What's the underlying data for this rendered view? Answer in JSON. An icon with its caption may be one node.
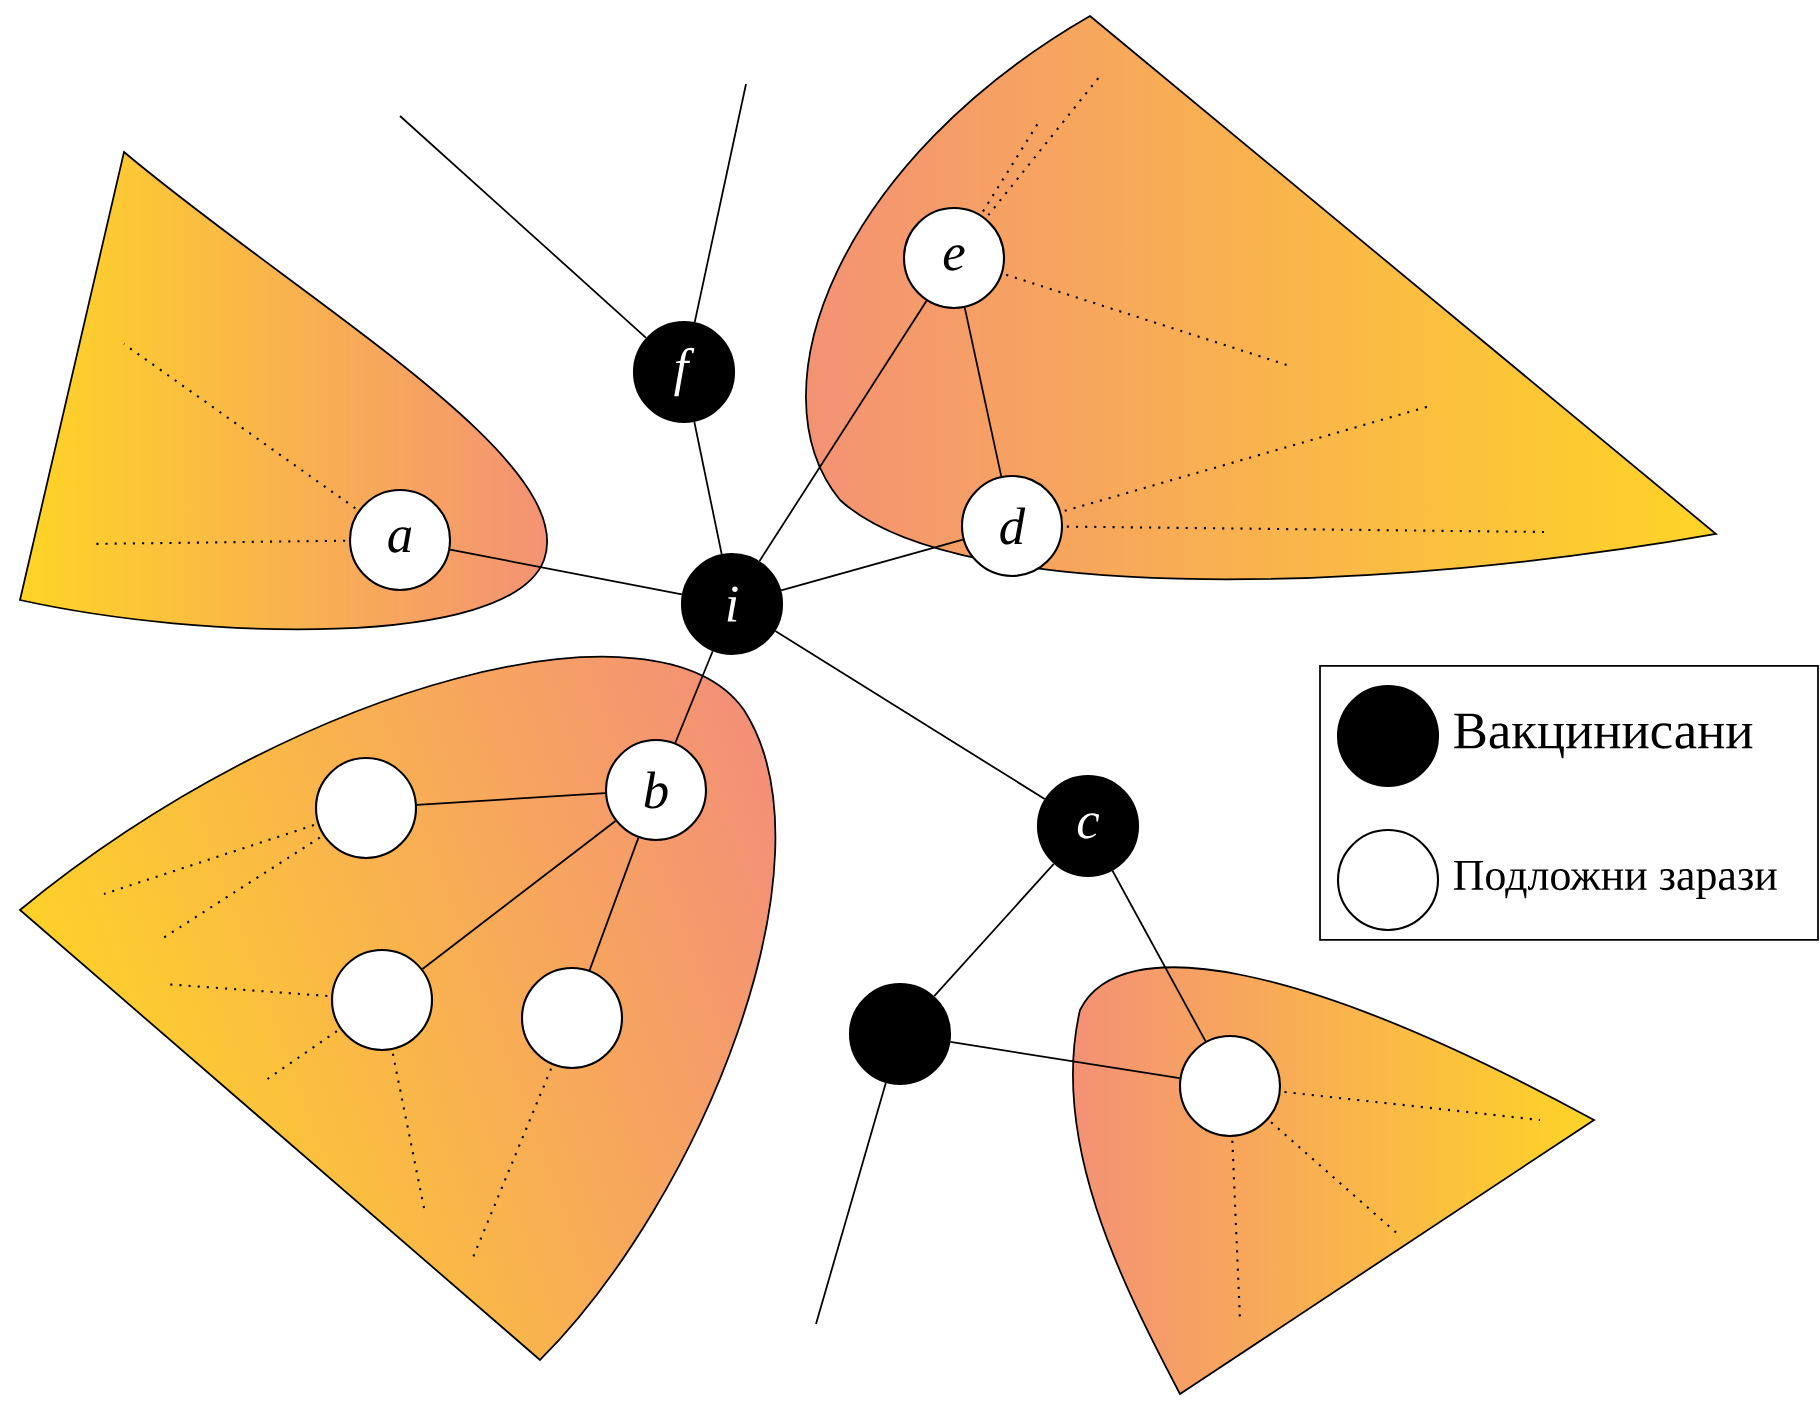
{
  "diagram": {
    "nodes": [
      {
        "text": [
          "*f*"
        ]
      },
      {
        "text": [
          "*e*"
        ]
      },
      {
        "text": [
          "*a*"
        ]
      },
      {
        "text": [
          "*d*"
        ]
      },
      {
        "text": [
          "*i*"
        ]
      },
      {
        "text": [
          "*b*"
        ]
      },
      {
        "text": [],
        "shape": "circle"
      },
      {
        "text": [
          "*c*"
        ]
      },
      {
        "text": [],
        "shape": "circle"
      },
      {
        "text": [],
        "shape": "circle"
      },
      {
        "text": [],
        "shape": "circle"
      },
      {
        "text": [],
        "shape": "circle"
      }
    ],
    "edges": [
      {
        "from": 0,
        "to": null,
        "arrow": "none"
      },
      {
        "from": 0,
        "to": null,
        "arrow": "none"
      },
      {
        "from": 4,
        "to": 0,
        "arrow": "none"
      },
      {
        "from": 4,
        "to": 2,
        "arrow": "none"
      },
      {
        "from": 4,
        "to": 1,
        "arrow": "none"
      },
      {
        "from": 4,
        "to": 3,
        "arrow": "none"
      },
      {
        "from": 1,
        "to": 3,
        "arrow": "none"
      },
      {
        "from": 4,
        "to": 5,
        "arrow": "none"
      },
      {
        "from": 5,
        "to": 6,
        "arrow": "none"
      },
      {
        "from": 5,
        "to": 8,
        "arrow": "none"
      },
      {
        "from": 5,
        "to": 9,
        "arrow": "none"
      },
      {
        "from": 4,
        "to": 7,
        "arrow": "none"
      },
      {
        "from": 7,
        "to": 10,
        "arrow": "none"
      },
      {
        "from": 7,
        "to": 11,
        "arrow": "none"
      },
      {
        "from": 10,
        "to": 11,
        "arrow": "none"
      },
      {
        "from": 10,
        "to": null,
        "arrow": "none"
      }
    ],
    "legend": [
      {
        "text": "Вакцинисани"
      },
      {
        "text": "Подложни зарази"
      }
    ]
  }
}
